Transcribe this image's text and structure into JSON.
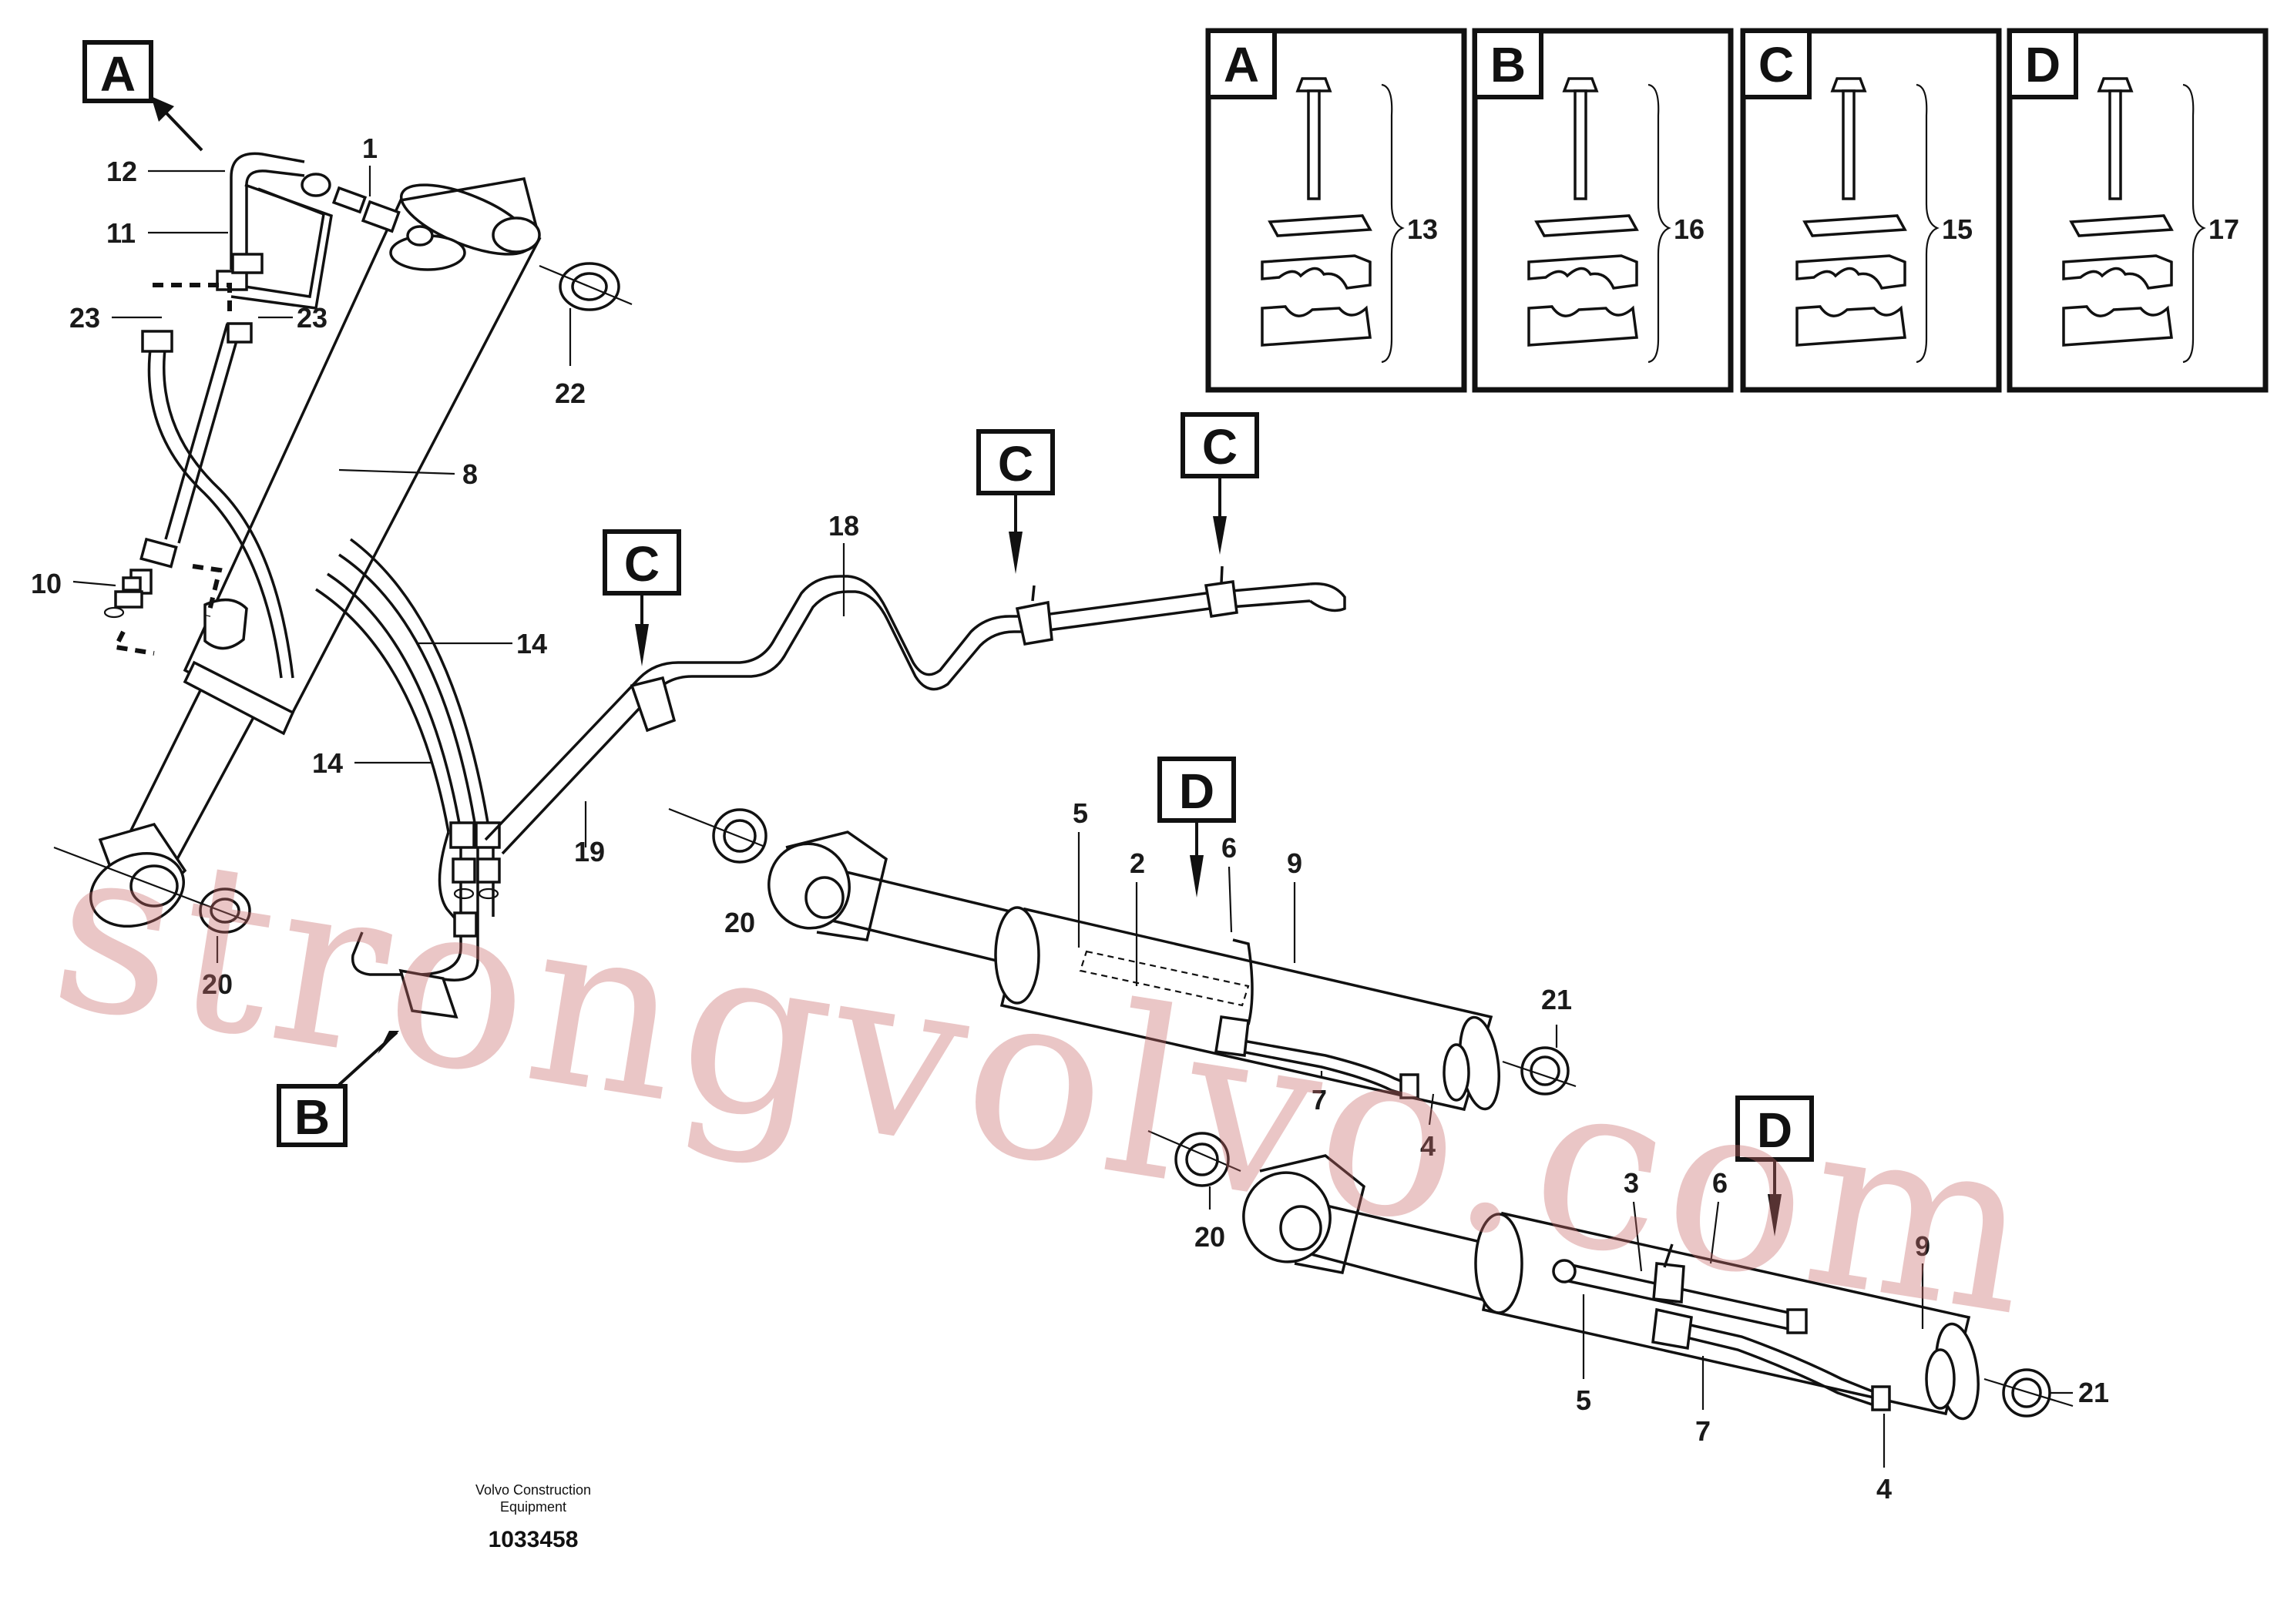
{
  "watermark": "strongvolvo.com",
  "caption": {
    "company_line1": "Volvo Construction",
    "company_line2": "Equipment",
    "doc_number": "1033458"
  },
  "detail_boxes": [
    {
      "letter": "A",
      "number": "13"
    },
    {
      "letter": "B",
      "number": "16"
    },
    {
      "letter": "C",
      "number": "15"
    },
    {
      "letter": "D",
      "number": "17"
    }
  ],
  "view_markers": {
    "A": "A",
    "B": "B",
    "C1": "C",
    "C2": "C",
    "C3": "C",
    "D1": "D",
    "D2": "D"
  },
  "callouts": {
    "p1": "1",
    "p12": "12",
    "p11": "11",
    "p23a": "23",
    "p23b": "23",
    "p22": "22",
    "p8": "8",
    "p10": "10",
    "p14a": "14",
    "p14b": "14",
    "p18": "18",
    "p19": "19",
    "p20a": "20",
    "p20b": "20",
    "p20c": "20",
    "p5a": "5",
    "p2": "2",
    "p6a": "6",
    "p9a": "9",
    "p21a": "21",
    "p7a": "7",
    "p4a": "4",
    "p3": "3",
    "p6b": "6",
    "p9b": "9",
    "p21b": "21",
    "p5b": "5",
    "p7b": "7",
    "p4b": "4"
  },
  "colors": {
    "line": "#111111",
    "watermark": "#c76a6a"
  }
}
